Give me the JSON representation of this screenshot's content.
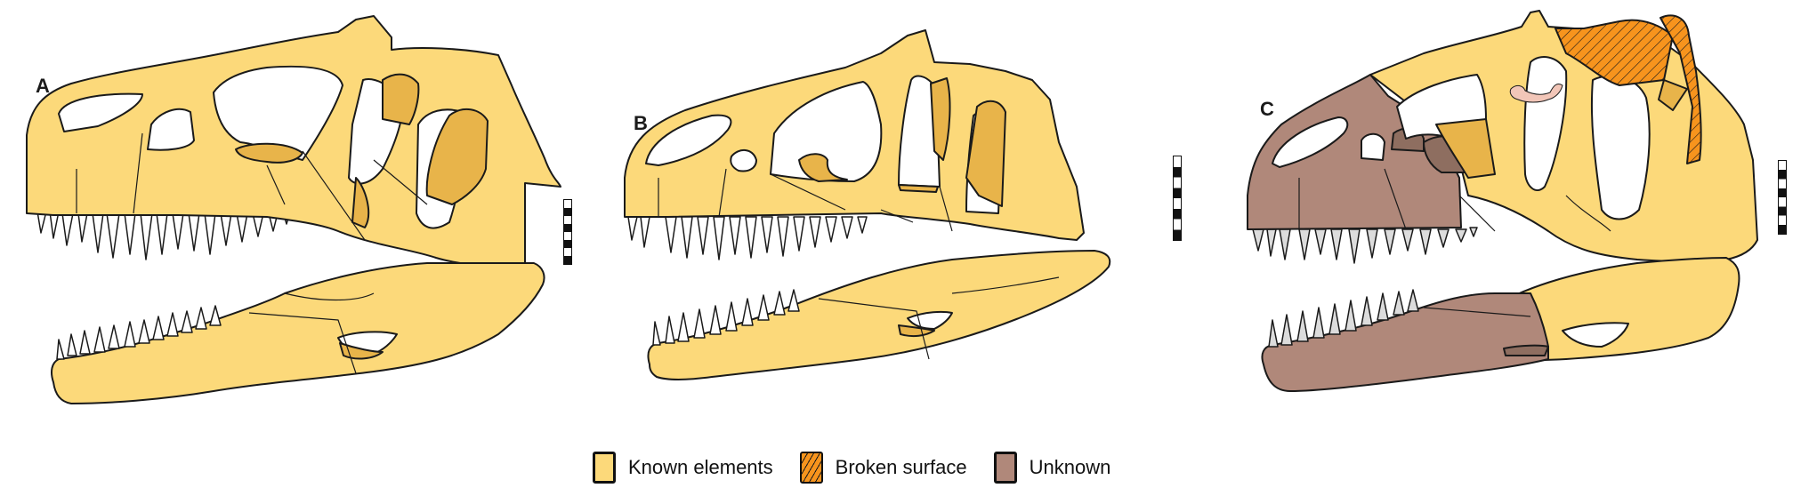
{
  "figure": {
    "panels": [
      {
        "id": "A",
        "label": "A"
      },
      {
        "id": "B",
        "label": "B"
      },
      {
        "id": "C",
        "label": "C"
      }
    ],
    "scale_bar": {
      "segments": 8,
      "colors": [
        "#ffffff",
        "#111111"
      ]
    }
  },
  "legend": {
    "items": [
      {
        "label": "Known elements",
        "color": "#FCD97A",
        "pattern": "solid"
      },
      {
        "label": "Broken surface",
        "color": "#F7941D",
        "pattern": "hatched"
      },
      {
        "label": "Unknown",
        "color": "#B0887A",
        "pattern": "solid"
      }
    ]
  },
  "colors": {
    "known": "#FCD97A",
    "recessed": "#E8B44A",
    "broken": "#F7941D",
    "unknown": "#B0887A",
    "unknown_dark": "#8E6E60",
    "tooth_white": "#FFFFFF",
    "tooth_gray": "#DCDCDC",
    "outline": "#1A1A1A"
  }
}
